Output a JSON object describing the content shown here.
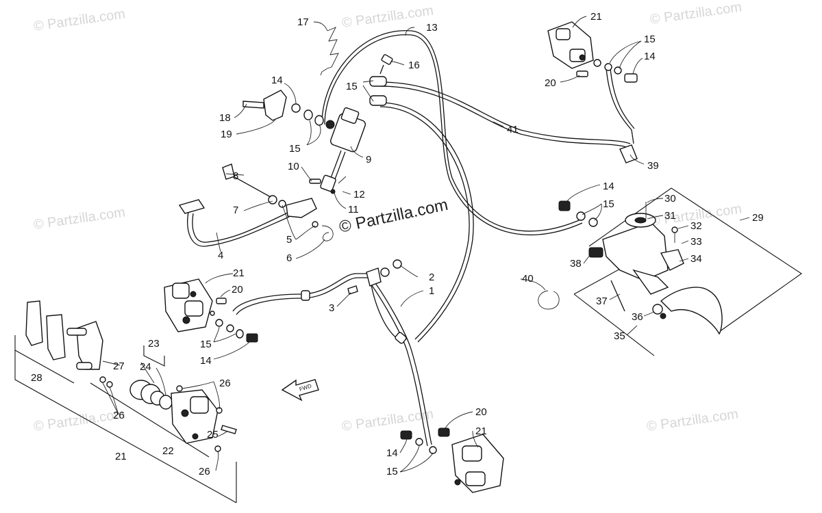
{
  "watermark": {
    "text": "© Partzilla.com",
    "center_text": "© Partzilla.com"
  },
  "callouts": [
    "17",
    "13",
    "21",
    "15",
    "14",
    "16",
    "20",
    "15",
    "14",
    "18",
    "19",
    "15",
    "9",
    "41",
    "39",
    "10",
    "12",
    "11",
    "8",
    "7",
    "5",
    "4",
    "6",
    "14",
    "15",
    "29",
    "30",
    "31",
    "32",
    "33",
    "34",
    "38",
    "40",
    "37",
    "36",
    "35",
    "21",
    "20",
    "15",
    "14",
    "2",
    "3",
    "1",
    "23",
    "24",
    "26",
    "27",
    "28",
    "26",
    "25",
    "22",
    "21",
    "26",
    "20",
    "21",
    "14",
    "15"
  ],
  "fwd_label": "FWD"
}
